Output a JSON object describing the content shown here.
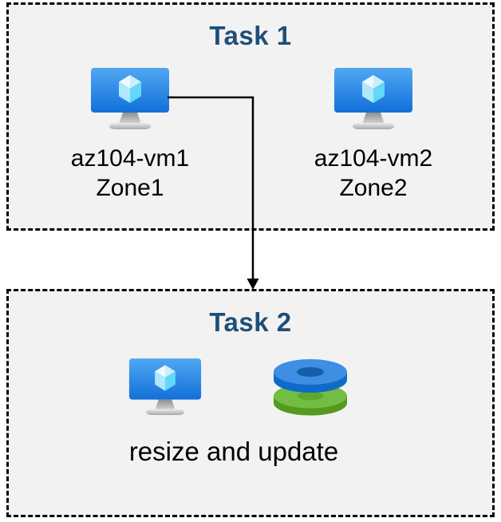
{
  "task1": {
    "title": "Task 1",
    "nodes": [
      {
        "name": "az104-vm1",
        "zone": "Zone1"
      },
      {
        "name": "az104-vm2",
        "zone": "Zone2"
      }
    ]
  },
  "task2": {
    "title": "Task 2",
    "caption": "resize and update"
  },
  "colors": {
    "title_text": "#1F4E79",
    "label_text": "#000000",
    "box_fill": "#F2F2F2",
    "box_border": "#000000",
    "arrow": "#000000",
    "vm_screen_top": "#52A7F3",
    "vm_screen_bottom": "#1170D8",
    "vm_cube_top_left": "#EDFAFF",
    "vm_cube_top_right": "#CBEEFB",
    "vm_cube_left": "#AFE8FC",
    "vm_cube_right": "#63D8F8",
    "vm_stand_dark": "#9B9B9B",
    "vm_stand_light": "#DCDCDC",
    "disk_blue_face": "#3E8EE4",
    "disk_blue_side": "#0E6CC8",
    "disk_blue_hole": "#145FA8",
    "disk_green_face": "#72BE44",
    "disk_green_side": "#55991D",
    "disk_green_hole": "#5FA82B"
  }
}
